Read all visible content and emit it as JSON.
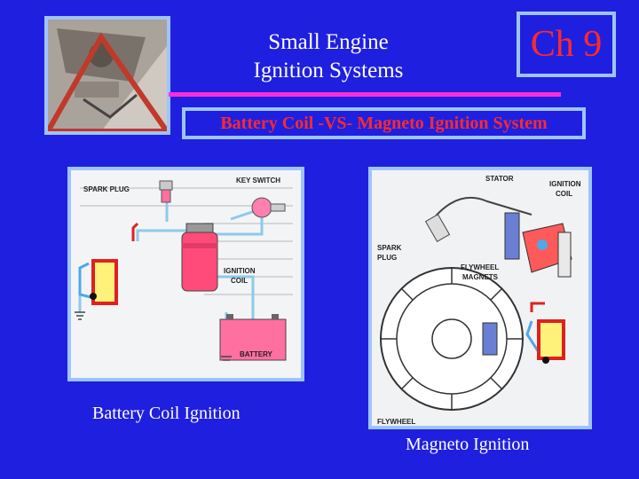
{
  "slide": {
    "title_lines": [
      "Small Engine",
      "Ignition Systems"
    ],
    "chapter": "Ch 9",
    "subtitle": "Battery Coil -VS- Magneto Ignition System"
  },
  "left_figure": {
    "caption": "Battery Coil Ignition",
    "labels": {
      "spark_plug": "SPARK PLUG",
      "key_switch": "KEY SWITCH",
      "ignition_coil_1": "IGNITION",
      "ignition_coil_2": "COIL",
      "battery": "BATTERY"
    }
  },
  "right_figure": {
    "caption": "Magneto Ignition",
    "labels": {
      "stator": "STATOR",
      "ignition_coil_1": "IGNITION",
      "ignition_coil_2": "COIL",
      "spark_plug_1": "SPARK",
      "spark_plug_2": "PLUG",
      "flywheel_magnets_1": "FLYWHEEL",
      "flywheel_magnets_2": "MAGNETS",
      "flywheel": "FLYWHEEL"
    }
  },
  "colors": {
    "background": "#1f1fe0",
    "accent_bar": "#ff2fd8",
    "frame": "#9ec4ff",
    "chapter_text": "#ff2a2a",
    "coil": "#ff4b7a"
  }
}
